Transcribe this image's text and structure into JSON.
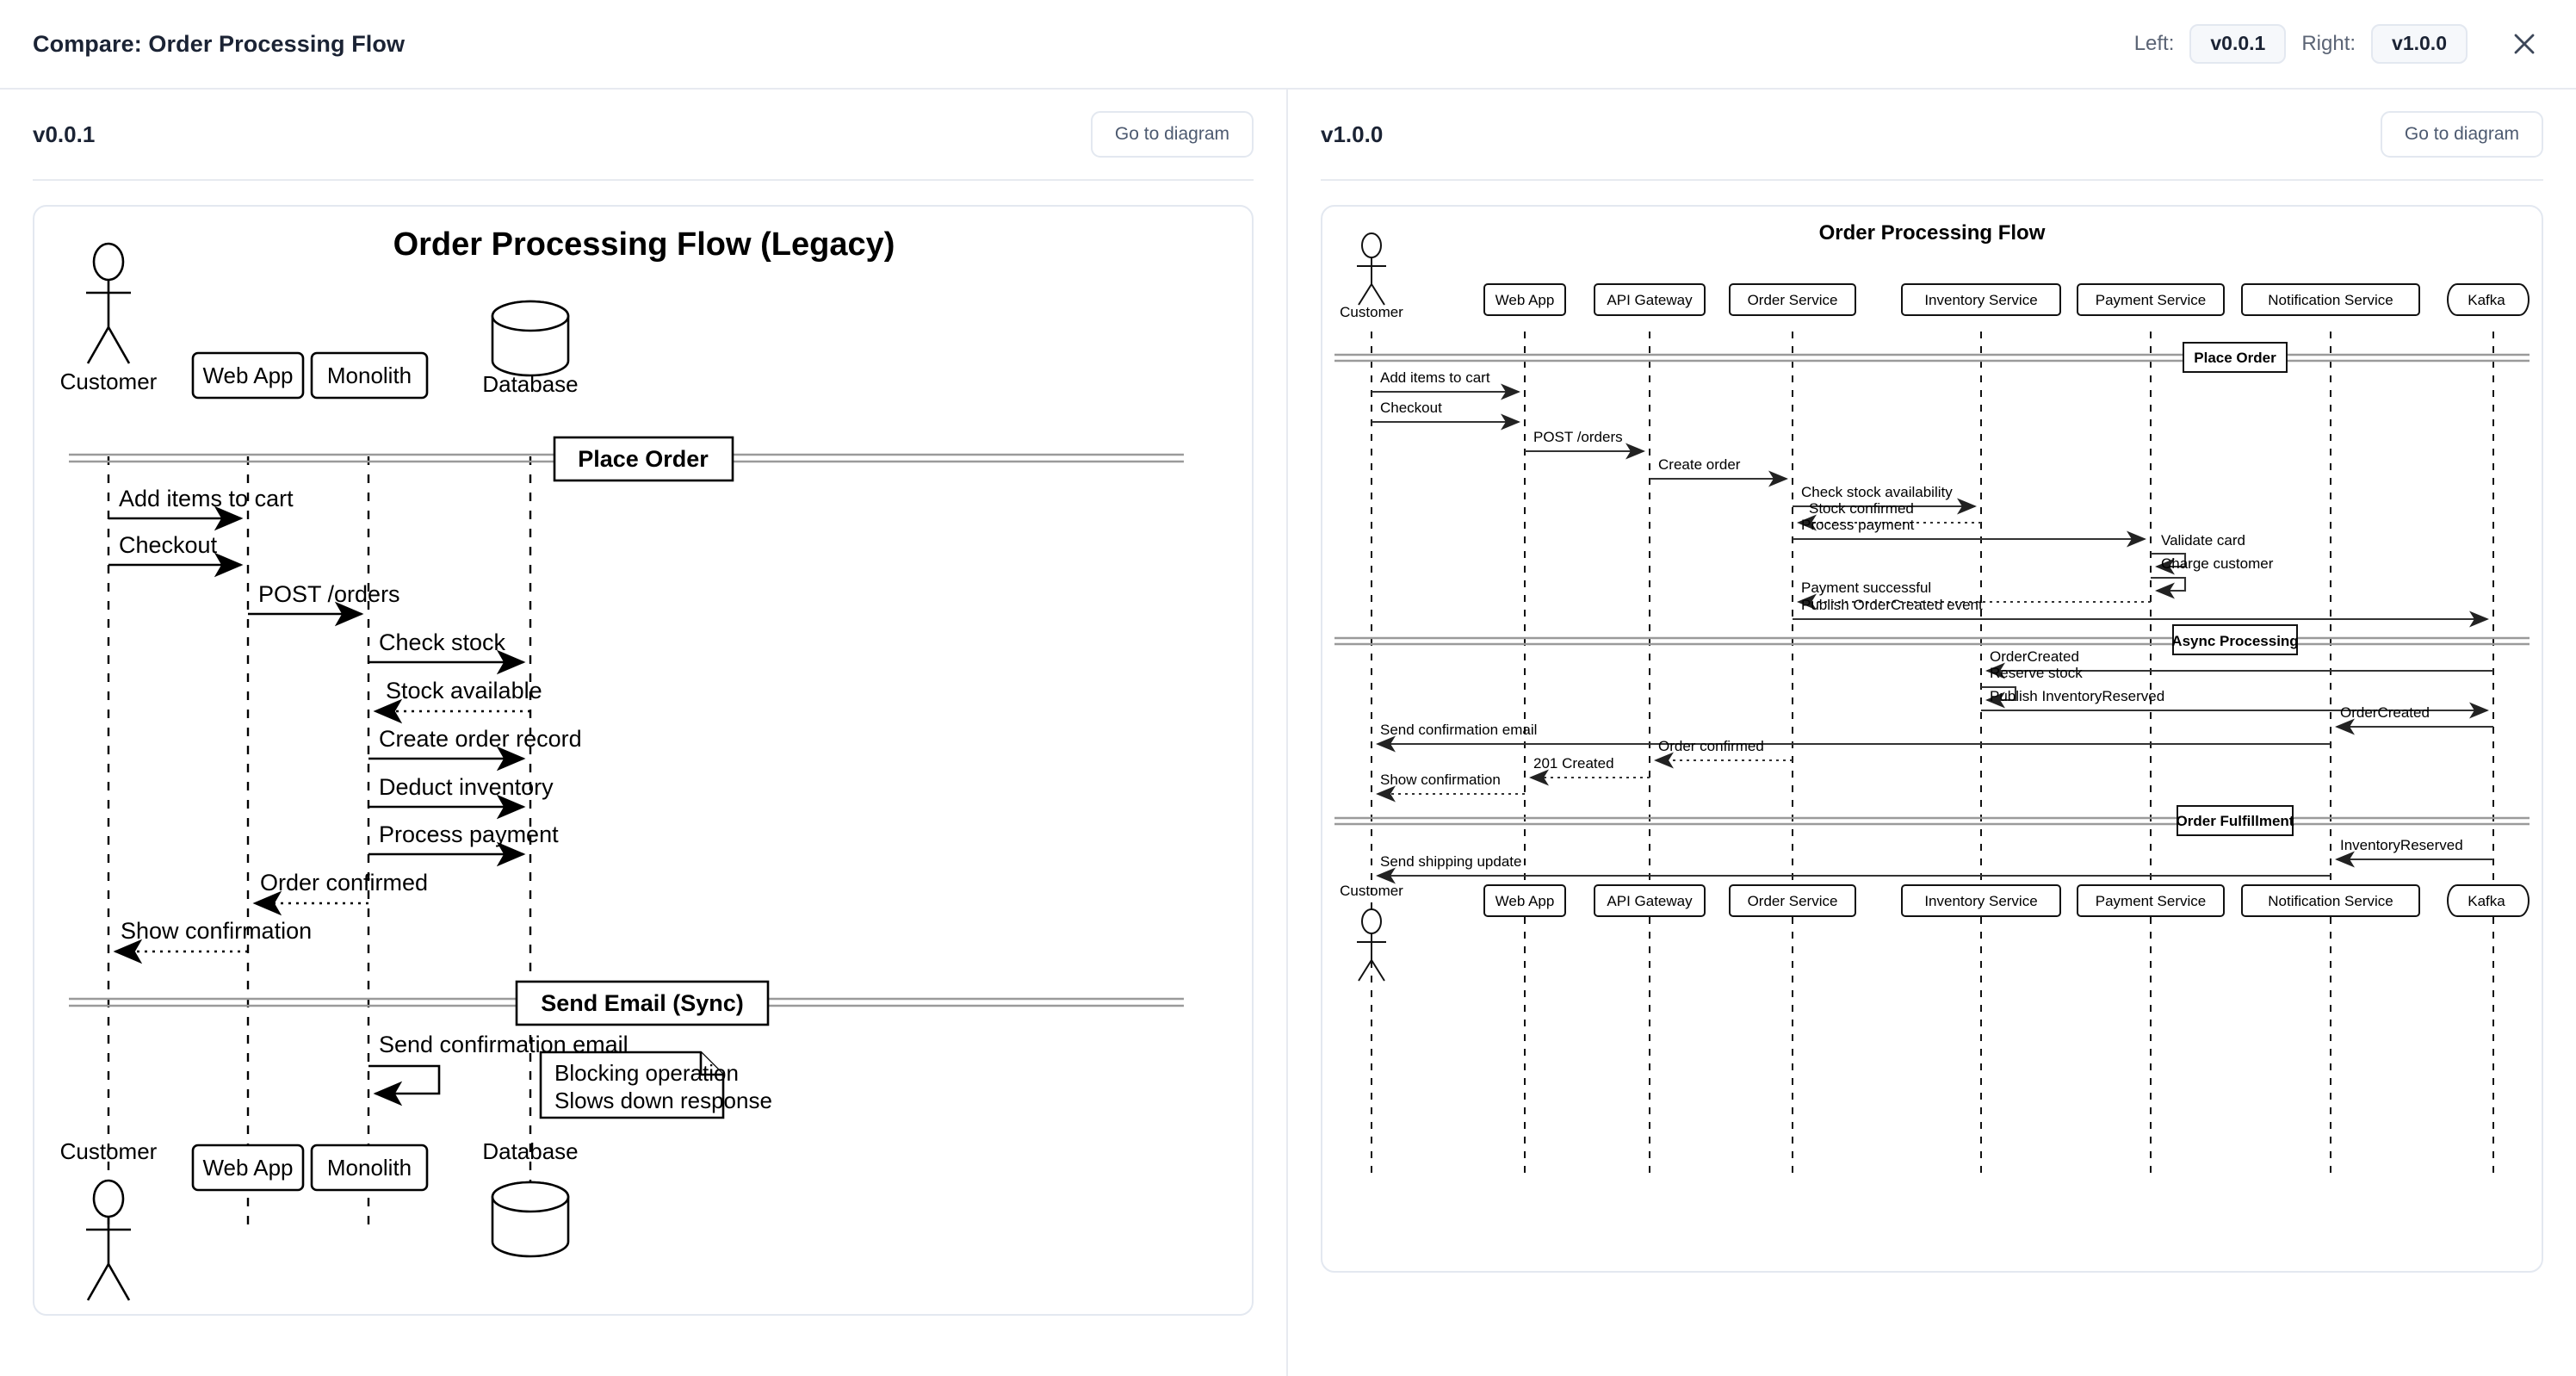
{
  "topbar": {
    "title": "Compare: Order Processing Flow",
    "left_label": "Left:",
    "left_version": "v0.0.1",
    "right_label": "Right:",
    "right_version": "v1.0.0",
    "close_icon": "close-icon"
  },
  "left_pane": {
    "version": "v0.0.1",
    "goto_label": "Go to diagram",
    "diagram": {
      "title": "Order Processing Flow (Legacy)",
      "participants": [
        {
          "name": "Customer",
          "shape": "actor"
        },
        {
          "name": "Web App",
          "shape": "box"
        },
        {
          "name": "Monolith",
          "shape": "box"
        },
        {
          "name": "Database",
          "shape": "database"
        }
      ],
      "separators": [
        "Place Order",
        "Send Email (Sync)"
      ],
      "messages": [
        {
          "label": "Add items to cart",
          "from": "Customer",
          "to": "Web App",
          "style": "solid"
        },
        {
          "label": "Checkout",
          "from": "Customer",
          "to": "Web App",
          "style": "solid"
        },
        {
          "label": "POST /orders",
          "from": "Web App",
          "to": "Monolith",
          "style": "solid"
        },
        {
          "label": "Check stock",
          "from": "Monolith",
          "to": "Database",
          "style": "solid"
        },
        {
          "label": "Stock available",
          "from": "Database",
          "to": "Monolith",
          "style": "dashed"
        },
        {
          "label": "Create order record",
          "from": "Monolith",
          "to": "Database",
          "style": "solid"
        },
        {
          "label": "Deduct inventory",
          "from": "Monolith",
          "to": "Database",
          "style": "solid"
        },
        {
          "label": "Process payment",
          "from": "Monolith",
          "to": "Database",
          "style": "solid"
        },
        {
          "label": "Order confirmed",
          "from": "Monolith",
          "to": "Web App",
          "style": "dashed"
        },
        {
          "label": "Show confirmation",
          "from": "Web App",
          "to": "Customer",
          "style": "dashed"
        },
        {
          "label": "Send confirmation email",
          "from": "Monolith",
          "to": "Monolith",
          "style": "self"
        }
      ],
      "notes": [
        {
          "lines": [
            "Blocking operation",
            "Slows down response"
          ]
        }
      ]
    }
  },
  "right_pane": {
    "version": "v1.0.0",
    "goto_label": "Go to diagram",
    "diagram": {
      "title": "Order Processing Flow",
      "participants": [
        {
          "name": "Customer",
          "shape": "actor"
        },
        {
          "name": "Web App",
          "shape": "box"
        },
        {
          "name": "API Gateway",
          "shape": "box"
        },
        {
          "name": "Order Service",
          "shape": "box"
        },
        {
          "name": "Inventory Service",
          "shape": "box"
        },
        {
          "name": "Payment Service",
          "shape": "box"
        },
        {
          "name": "Notification Service",
          "shape": "box"
        },
        {
          "name": "Kafka",
          "shape": "queue"
        }
      ],
      "separators": [
        "Place Order",
        "Async Processing",
        "Order Fulfillment"
      ],
      "messages": [
        {
          "label": "Add items to cart",
          "from": "Customer",
          "to": "Web App",
          "style": "solid"
        },
        {
          "label": "Checkout",
          "from": "Customer",
          "to": "Web App",
          "style": "solid"
        },
        {
          "label": "POST /orders",
          "from": "Web App",
          "to": "API Gateway",
          "style": "solid"
        },
        {
          "label": "Create order",
          "from": "API Gateway",
          "to": "Order Service",
          "style": "solid"
        },
        {
          "label": "Check stock availability",
          "from": "Order Service",
          "to": "Inventory Service",
          "style": "solid"
        },
        {
          "label": "Stock confirmed",
          "from": "Inventory Service",
          "to": "Order Service",
          "style": "dashed"
        },
        {
          "label": "Process payment",
          "from": "Order Service",
          "to": "Payment Service",
          "style": "solid"
        },
        {
          "label": "Validate card",
          "from": "Payment Service",
          "to": "Payment Service",
          "style": "self"
        },
        {
          "label": "Charge customer",
          "from": "Payment Service",
          "to": "Payment Service",
          "style": "self"
        },
        {
          "label": "Payment successful",
          "from": "Payment Service",
          "to": "Order Service",
          "style": "dashed"
        },
        {
          "label": "Publish OrderCreated event",
          "from": "Order Service",
          "to": "Kafka",
          "style": "solid"
        },
        {
          "label": "OrderCreated",
          "from": "Kafka",
          "to": "Inventory Service",
          "style": "solid"
        },
        {
          "label": "Reserve stock",
          "from": "Inventory Service",
          "to": "Inventory Service",
          "style": "self"
        },
        {
          "label": "Publish InventoryReserved",
          "from": "Inventory Service",
          "to": "Kafka",
          "style": "solid"
        },
        {
          "label": "OrderCreated",
          "from": "Kafka",
          "to": "Notification Service",
          "style": "solid"
        },
        {
          "label": "Send confirmation email",
          "from": "Notification Service",
          "to": "Customer",
          "style": "solid"
        },
        {
          "label": "Order confirmed",
          "from": "Order Service",
          "to": "API Gateway",
          "style": "dashed"
        },
        {
          "label": "201 Created",
          "from": "API Gateway",
          "to": "Web App",
          "style": "dashed"
        },
        {
          "label": "Show confirmation",
          "from": "Web App",
          "to": "Customer",
          "style": "dashed"
        },
        {
          "label": "InventoryReserved",
          "from": "Kafka",
          "to": "Notification Service",
          "style": "solid"
        },
        {
          "label": "Send shipping update",
          "from": "Notification Service",
          "to": "Customer",
          "style": "solid"
        }
      ]
    }
  }
}
